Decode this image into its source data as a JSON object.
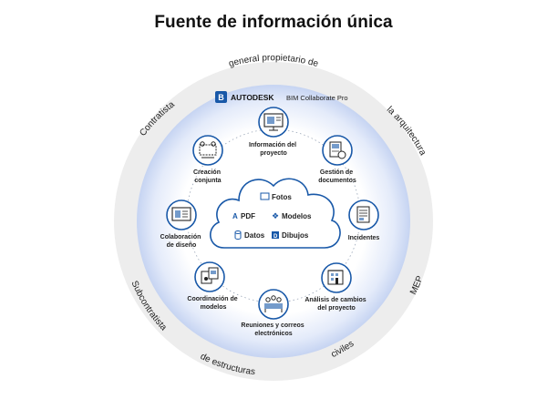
{
  "title": "Fuente de información única",
  "outer_ring": {
    "top": "general propietario de",
    "top_right": "la arquitectura",
    "right": "MEP",
    "bottom_right": "civiles",
    "bottom": "de estructuras",
    "left": "Subcontratista",
    "top_left": "Contratista"
  },
  "brand": {
    "name": "AUTODESK",
    "product": "BIM Collaborate Pro",
    "logo_letter": "B"
  },
  "nodes": [
    {
      "id": "info",
      "lines": [
        "Información del",
        "proyecto"
      ],
      "icon": "monitor-info-icon"
    },
    {
      "id": "docs",
      "lines": [
        "Gestión de",
        "documentos"
      ],
      "icon": "document-management-icon"
    },
    {
      "id": "incidents",
      "lines": [
        "Incidentes"
      ],
      "icon": "incident-document-icon"
    },
    {
      "id": "changes",
      "lines": [
        "Análisis de cambios",
        "del proyecto"
      ],
      "icon": "building-changes-icon"
    },
    {
      "id": "meetings",
      "lines": [
        "Reuniones y correos",
        "electrónicos"
      ],
      "icon": "meeting-icon"
    },
    {
      "id": "coordination",
      "lines": [
        "Coordinación de",
        "modelos"
      ],
      "icon": "model-coordination-icon"
    },
    {
      "id": "design",
      "lines": [
        "Colaboración",
        "de diseño"
      ],
      "icon": "design-collaboration-icon"
    },
    {
      "id": "cocreation",
      "lines": [
        "Creación",
        "conjunta"
      ],
      "icon": "co-creation-icon"
    }
  ],
  "cloud": {
    "fotos": "Fotos",
    "pdf": "PDF",
    "modelos": "Modelos",
    "datos": "Datos",
    "dibujos": "Dibujos"
  },
  "colors": {
    "accent": "#1858a8",
    "ring": "#ececec",
    "inner_glow": "#cfdcf5"
  }
}
